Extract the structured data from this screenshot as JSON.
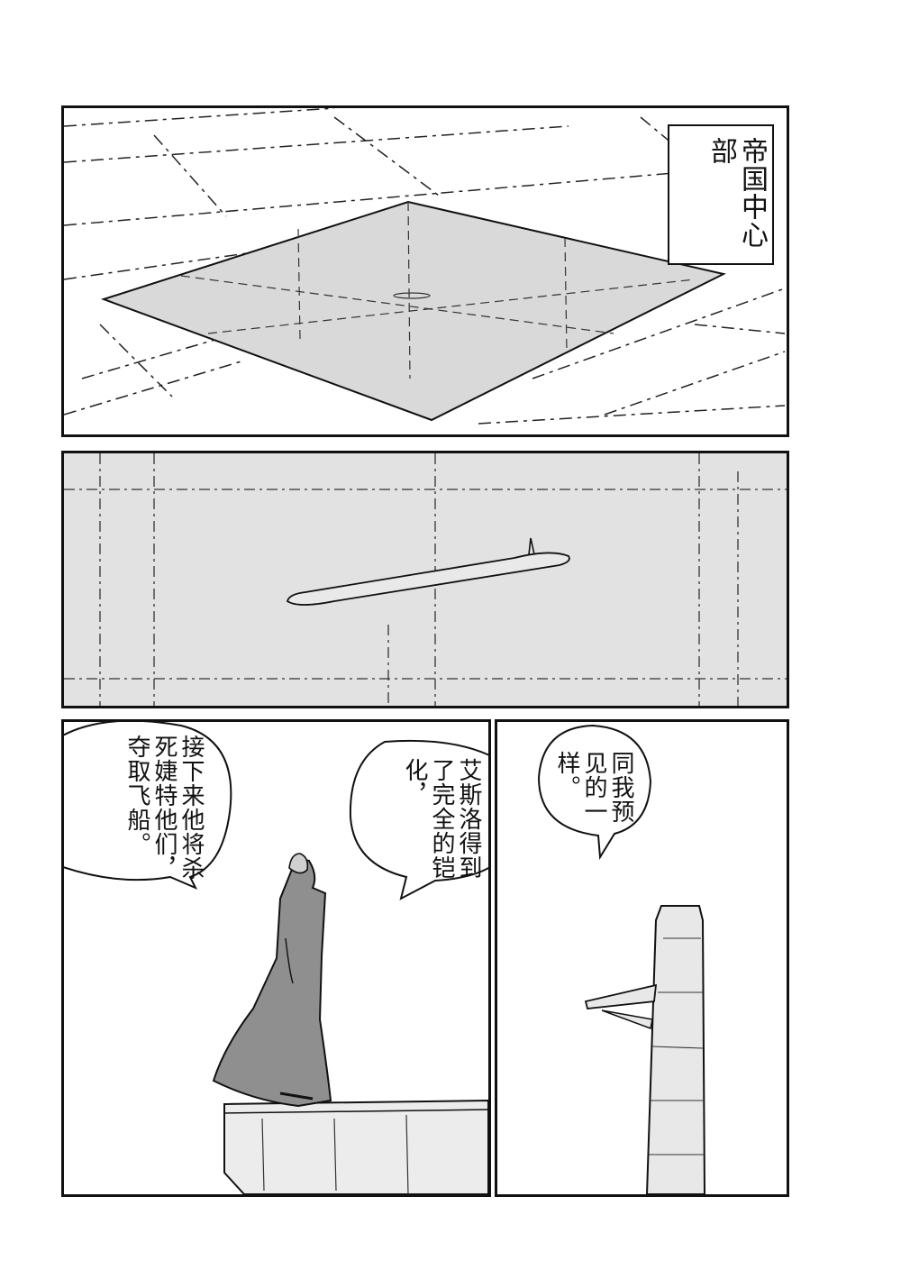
{
  "panel1": {
    "caption": "帝国中心部"
  },
  "panel3": {
    "bubble_left": "接下来他将杀死婕特他们，夺取飞船。",
    "bubble_right": "艾斯洛得到了完全的铠化，"
  },
  "panel4": {
    "bubble": "同我预见的一样。"
  },
  "colors": {
    "ink": "#111111",
    "tone": "#d9d9d9",
    "paper": "#ffffff"
  }
}
